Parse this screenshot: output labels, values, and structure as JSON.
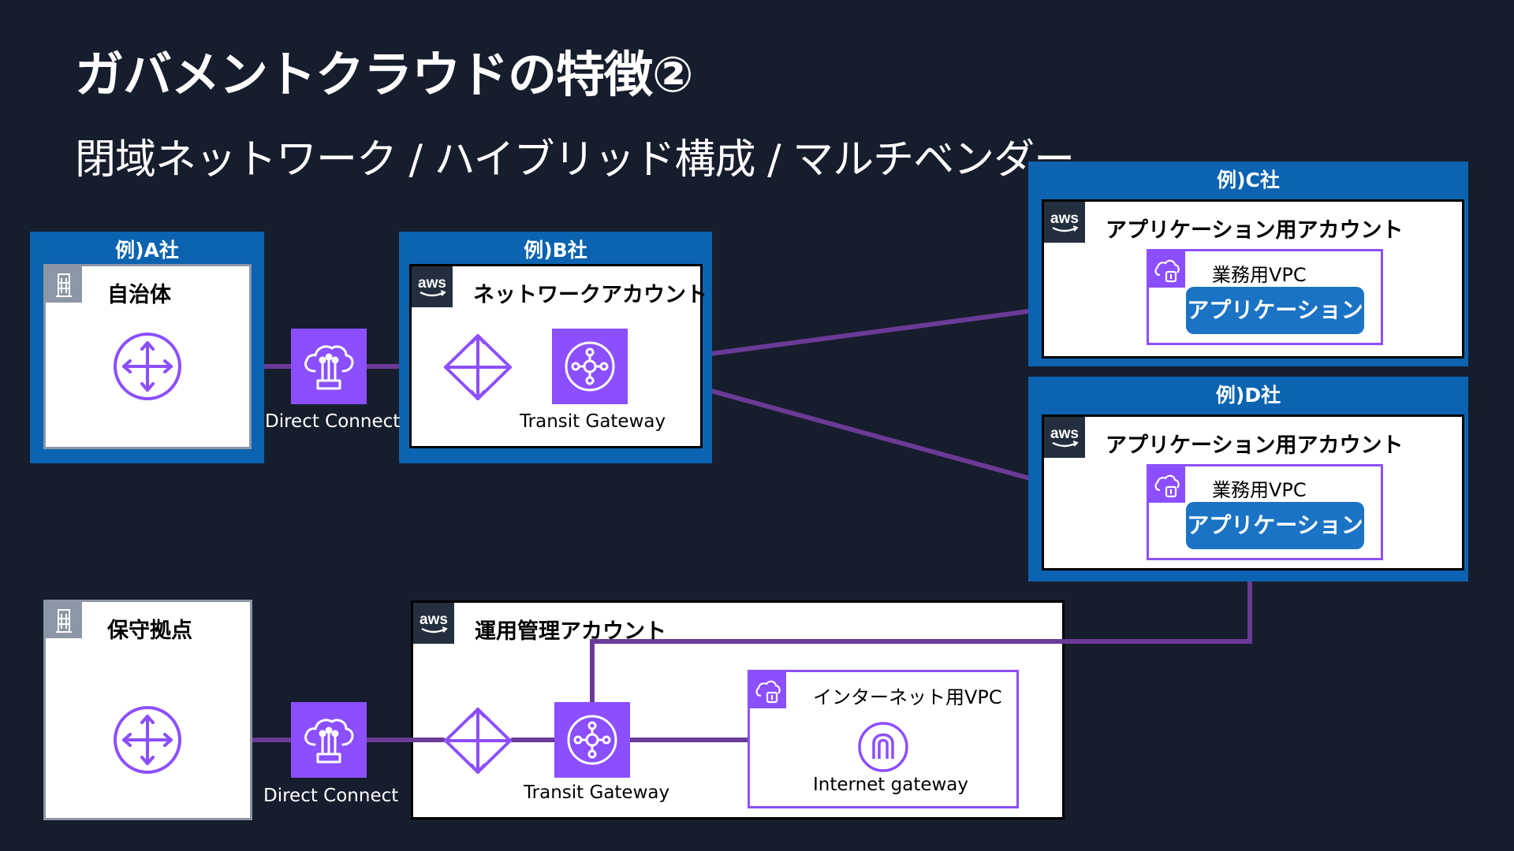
{
  "title": "ガバメントクラウドの特徴②",
  "subtitle": "閉域ネットワーク / ハイブリッド構成 / マルチベンダー",
  "company_a": {
    "label": "例)A社",
    "account": "自治体"
  },
  "company_b": {
    "label": "例)B社",
    "account": "ネットワークアカウント",
    "tgw_caption": "Transit Gateway"
  },
  "company_c": {
    "label": "例)C社",
    "account": "アプリケーション用アカウント",
    "vpc_label": "業務用VPC",
    "app_button": "アプリケーション"
  },
  "company_d": {
    "label": "例)D社",
    "account": "アプリケーション用アカウント",
    "vpc_label": "業務用VPC",
    "app_button": "アプリケーション"
  },
  "maintenance": {
    "account": "保守拠点"
  },
  "ops": {
    "account": "運用管理アカウント",
    "tgw_caption": "Transit Gateway",
    "vpc_label": "インターネット用VPC",
    "igw_caption": "Internet gateway"
  },
  "direct_connect_top": "Direct Connect",
  "direct_connect_bottom": "Direct Connect",
  "colors": {
    "background": "#161d2c",
    "company_blue": "#0b63b1",
    "aws_purple": "#8c4fff",
    "link_purple": "#6b3a96",
    "app_blue": "#1a73c4",
    "aws_badge": "#232f3e"
  },
  "icons": [
    "aws-logo-icon",
    "building-icon",
    "router-icon",
    "direct-connect-icon",
    "vpc-endpoint-icon",
    "transit-gateway-icon",
    "vpc-cloud-icon",
    "internet-gateway-icon"
  ]
}
